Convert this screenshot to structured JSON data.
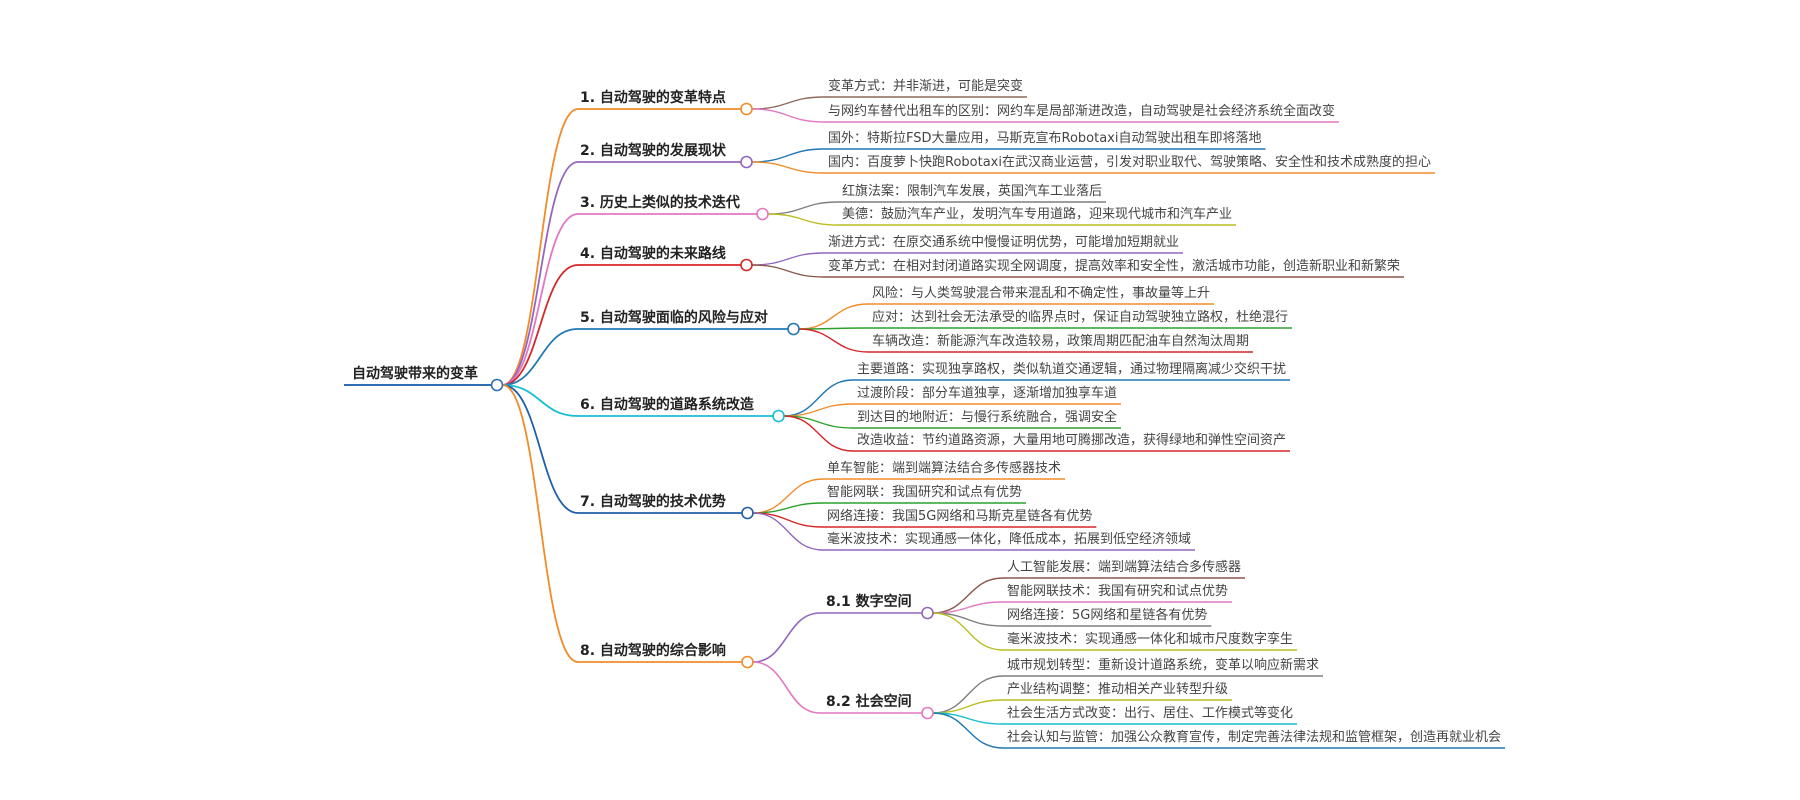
{
  "root": {
    "label": "自动驾驶带来的变革",
    "color": "#2e6fb4"
  },
  "branches": [
    {
      "id": "b1",
      "label": "1. 自动驾驶的变革特点",
      "color": "#f08c2b",
      "leaves": [
        {
          "label": "变革方式：并非渐进，可能是突变",
          "color": "#8c6a5c"
        },
        {
          "label": "与网约车替代出租车的区别：网约车是局部渐进改造，自动驾驶是社会经济系统全面改变",
          "color": "#e377c2"
        }
      ]
    },
    {
      "id": "b2",
      "label": "2. 自动驾驶的发展现状",
      "color": "#9467bd",
      "leaves": [
        {
          "label": "国外：特斯拉FSD大量应用，马斯克宣布Robotaxi自动驾驶出租车即将落地",
          "color": "#1f77b4"
        },
        {
          "label": "国内：百度萝卜快跑Robotaxi在武汉商业运营，引发对职业取代、驾驶策略、安全性和技术成熟度的担心",
          "color": "#f08c2b"
        }
      ]
    },
    {
      "id": "b3",
      "label": "3. 历史上类似的技术迭代",
      "color": "#e377c2",
      "leaves": [
        {
          "label": "红旗法案：限制汽车发展，英国汽车工业落后",
          "color": "#7f7f7f"
        },
        {
          "label": "美德：鼓励汽车产业，发明汽车专用道路，迎来现代城市和汽车产业",
          "color": "#bcbd22"
        }
      ]
    },
    {
      "id": "b4",
      "label": "4. 自动驾驶的未来路线",
      "color": "#d62728",
      "leaves": [
        {
          "label": "渐进方式：在原交通系统中慢慢证明优势，可能增加短期就业",
          "color": "#9467bd"
        },
        {
          "label": "变革方式：在相对封闭道路实现全网调度，提高效率和安全性，激活城市功能，创造新职业和新繁荣",
          "color": "#8c564b"
        }
      ]
    },
    {
      "id": "b5",
      "label": "5. 自动驾驶面临的风险与应对",
      "color": "#1f77b4",
      "leaves": [
        {
          "label": "风险：与人类驾驶混合带来混乱和不确定性，事故量等上升",
          "color": "#f08c2b"
        },
        {
          "label": "应对：达到社会无法承受的临界点时，保证自动驾驶独立路权，杜绝混行",
          "color": "#2ca02c"
        },
        {
          "label": "车辆改造：新能源汽车改造较易，政策周期匹配油车自然淘汰周期",
          "color": "#d62728"
        }
      ]
    },
    {
      "id": "b6",
      "label": "6. 自动驾驶的道路系统改造",
      "color": "#17becf",
      "leaves": [
        {
          "label": "主要道路：实现独享路权，类似轨道交通逻辑，通过物理隔离减少交织干扰",
          "color": "#1f77b4"
        },
        {
          "label": "过渡阶段：部分车道独享，逐渐增加独享车道",
          "color": "#f08c2b"
        },
        {
          "label": "到达目的地附近：与慢行系统融合，强调安全",
          "color": "#2ca02c"
        },
        {
          "label": "改造收益：节约道路资源，大量用地可腾挪改造，获得绿地和弹性空间资产",
          "color": "#d62728"
        }
      ]
    },
    {
      "id": "b7",
      "label": "7. 自动驾驶的技术优势",
      "color": "#1f5fa8",
      "leaves": [
        {
          "label": "单车智能：端到端算法结合多传感器技术",
          "color": "#f08c2b"
        },
        {
          "label": "智能网联：我国研究和试点有优势",
          "color": "#2ca02c"
        },
        {
          "label": "网络连接：我国5G网络和马斯克星链各有优势",
          "color": "#d62728"
        },
        {
          "label": "毫米波技术：实现通感一体化，降低成本，拓展到低空经济领域",
          "color": "#9467bd"
        }
      ]
    },
    {
      "id": "b8",
      "label": "8. 自动驾驶的综合影响",
      "color": "#f08c2b",
      "subs": [
        {
          "label": "8.1 数字空间",
          "color": "#9467bd",
          "leaves": [
            {
              "label": "人工智能发展：端到端算法结合多传感器",
              "color": "#8c564b"
            },
            {
              "label": "智能网联技术：我国有研究和试点优势",
              "color": "#e377c2"
            },
            {
              "label": "网络连接：5G网络和星链各有优势",
              "color": "#7f7f7f"
            },
            {
              "label": "毫米波技术：实现通感一体化和城市尺度数字孪生",
              "color": "#bcbd22"
            }
          ]
        },
        {
          "label": "8.2 社会空间",
          "color": "#e377c2",
          "leaves": [
            {
              "label": "城市规划转型：重新设计道路系统，变革以响应新需求",
              "color": "#7f7f7f"
            },
            {
              "label": "产业结构调整：推动相关产业转型升级",
              "color": "#bcbd22"
            },
            {
              "label": "社会生活方式改变：出行、居住、工作模式等变化",
              "color": "#17becf"
            },
            {
              "label": "社会认知与监管：加强公众教育宣传，制定完善法律法规和监管框架，创造再就业机会",
              "color": "#1f77b4"
            }
          ]
        }
      ]
    }
  ]
}
